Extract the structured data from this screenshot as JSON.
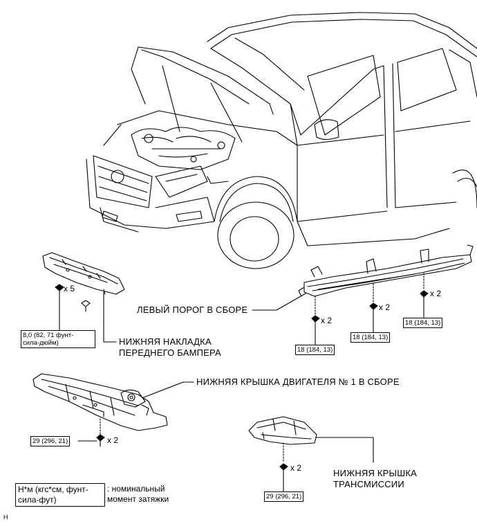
{
  "labels": {
    "side_step": "ЛЕВЫЙ ПОРОГ В СБОРЕ",
    "bumper_line1": "НИЖНЯЯ НАКЛАДКА",
    "bumper_line2": "ПЕРЕДНЕГО БАМПЕРА",
    "engine_cover": "НИЖНЯЯ КРЫШКА ДВИГАТЕЛЯ № 1 В СБОРЕ",
    "trans_line1": "НИЖНЯЯ КРЫШКА",
    "trans_line2": "ТРАНСМИССИИ"
  },
  "quantities": {
    "bumper_bolts": "x 5",
    "step_bolts_a": "x 2",
    "step_bolts_b": "x 2",
    "step_bolts_c": "x 2",
    "engine_bolts": "x 2",
    "trans_bolts": "x 2"
  },
  "torques": {
    "bumper_line1": "8,0 (82, 71 фунт-",
    "bumper_line2": "сила-дюйм)",
    "step_a": "18 (184, 13)",
    "step_b": "18 (184, 13)",
    "step_c": "18 (184, 13)",
    "engine": "29 (296, 21)",
    "trans": "29 (296, 21)"
  },
  "legend": {
    "unit_line1": "Н*м (кгс*см, фунт-",
    "unit_line2": "сила-фут)",
    "desc_line1": ": номинальный",
    "desc_line2": "момент затяжки"
  },
  "figure_code": "H"
}
